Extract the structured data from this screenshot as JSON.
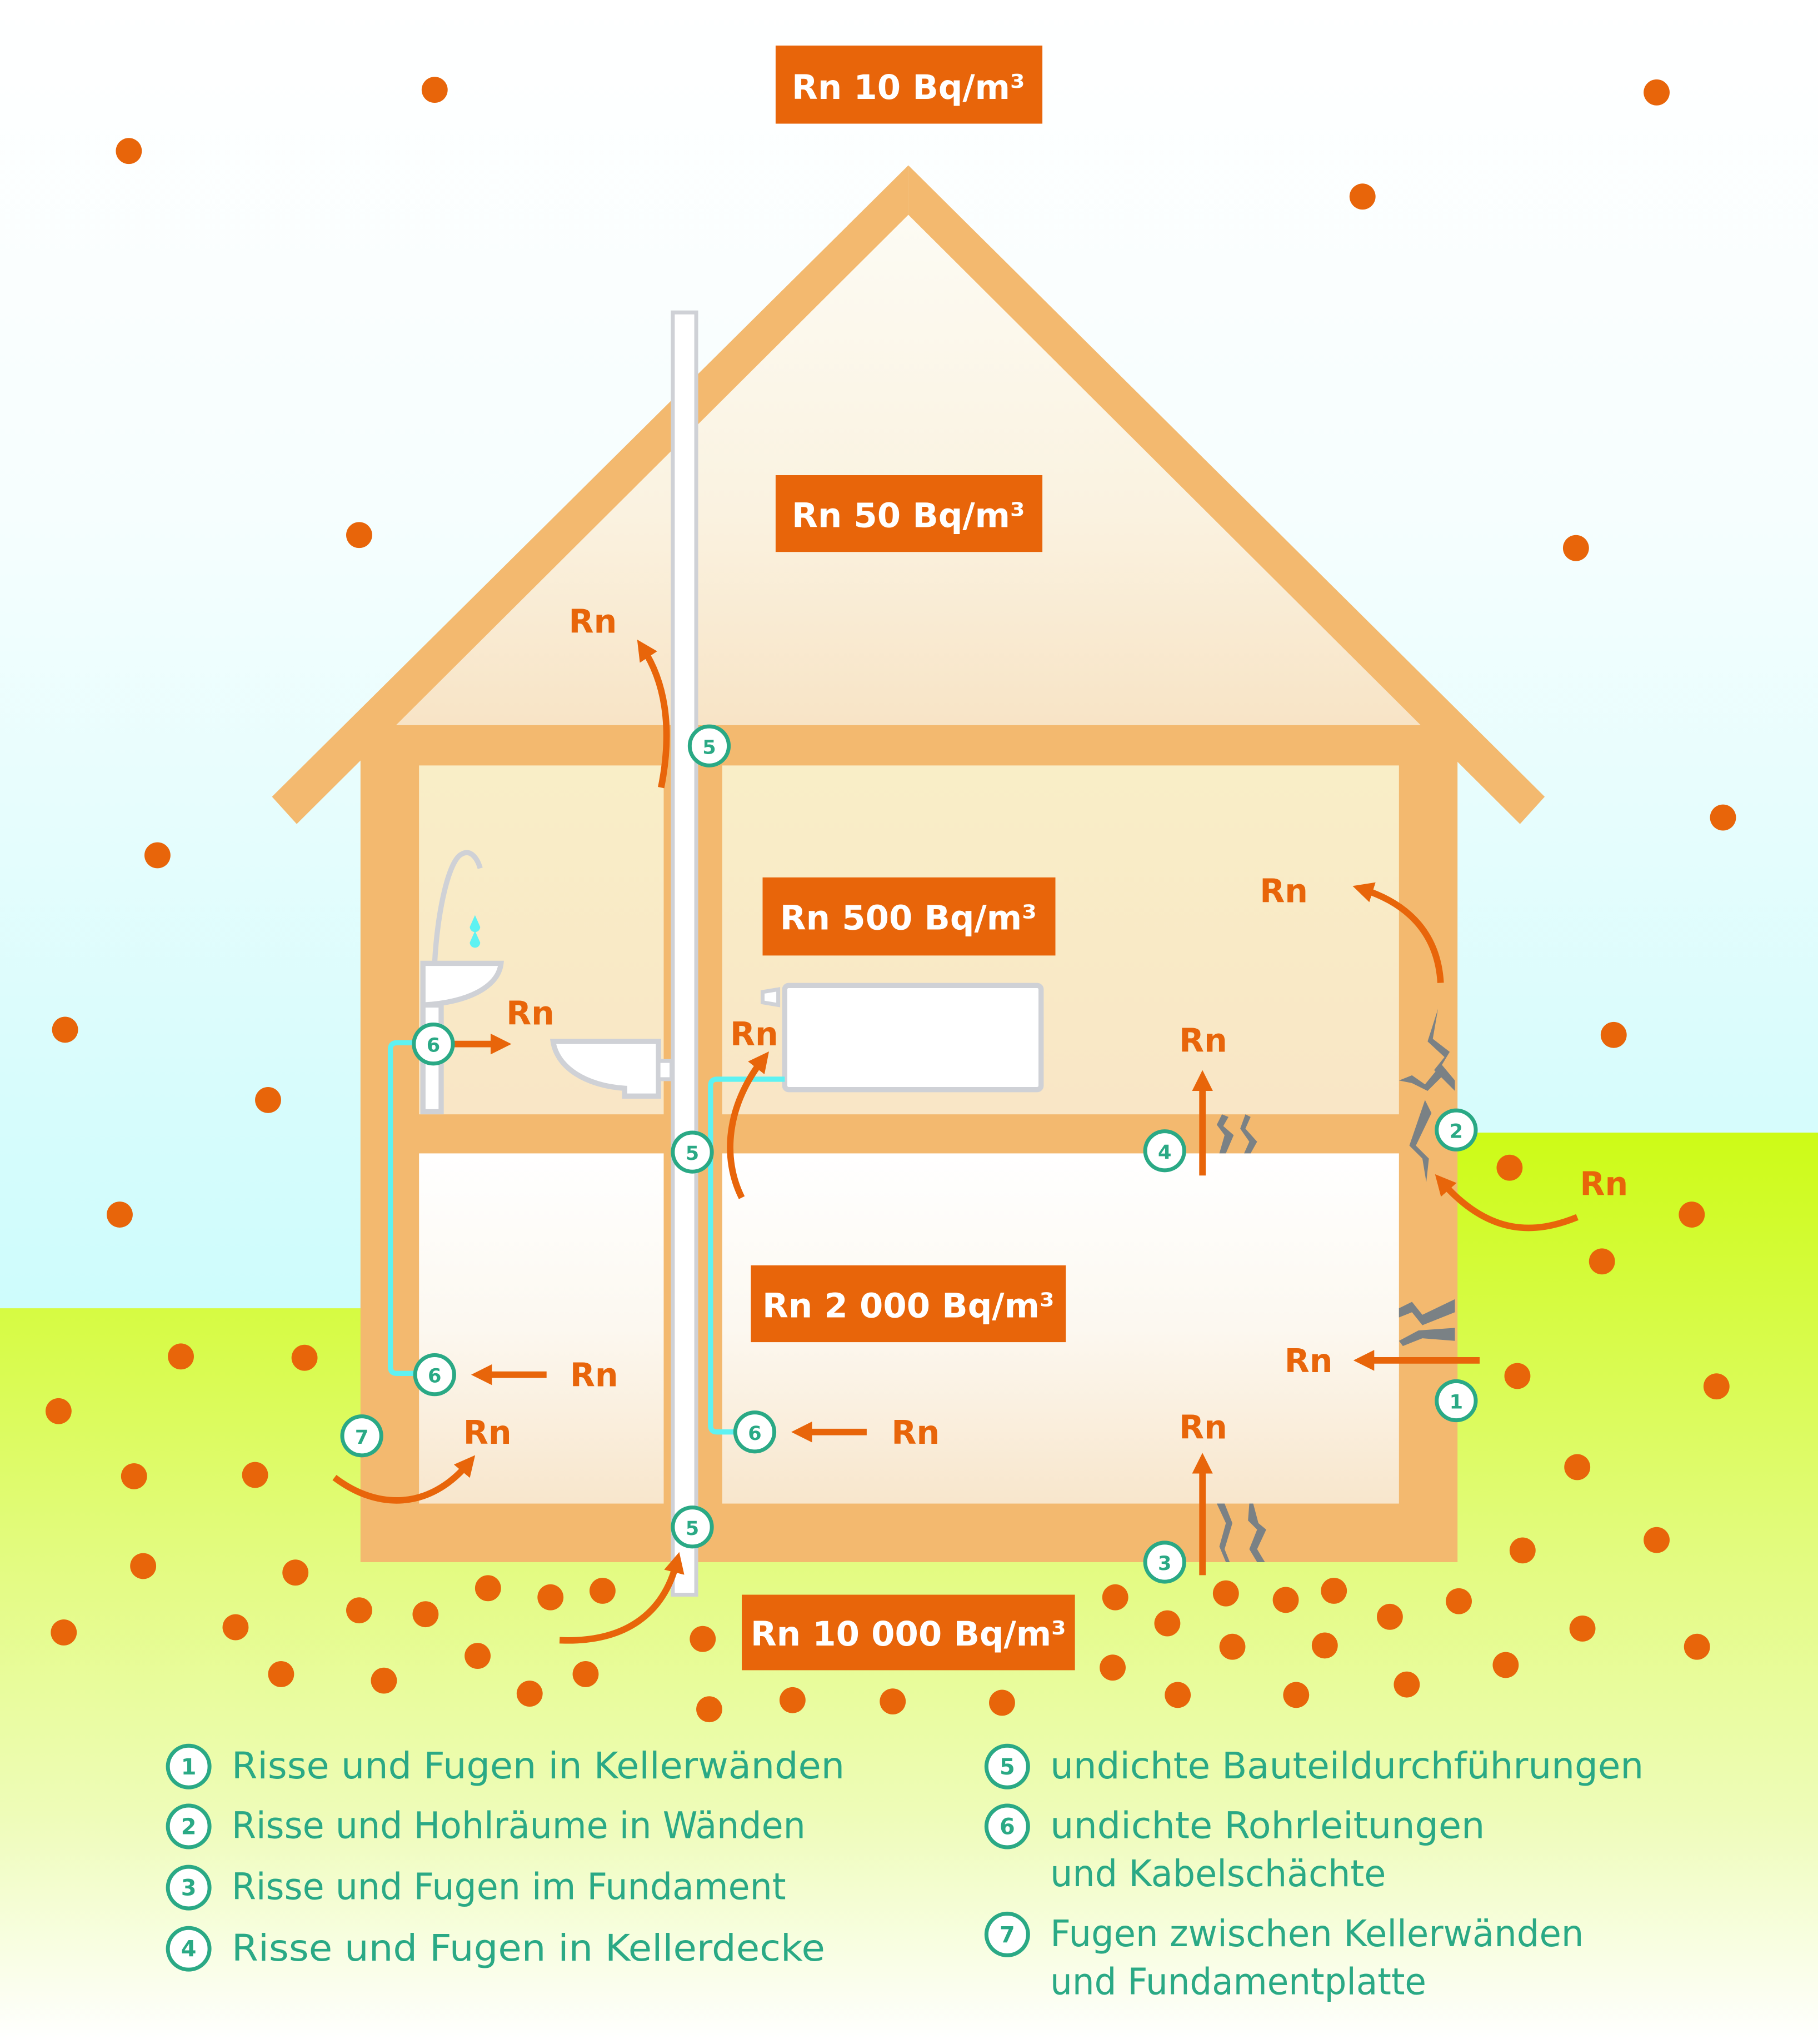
{
  "colors": {
    "accent_orange": "#e8650a",
    "house_wall": "#f3b96f",
    "room_fill_top": "#f9efc8",
    "room_fill_bottom": "#fbf4ea",
    "badge_green": "#2aa985",
    "sky_top": "#ffffff",
    "sky_bottom": "#aefcfb",
    "ground_top": "#cdfb16",
    "ground_bottom": "#ffffff",
    "crack_gray": "#7a8185",
    "pipe_gray": "#cfd1d6",
    "water_cyan": "#5ef2f2"
  },
  "concentration_labels": [
    {
      "id": "outdoor",
      "text": "Rn 10 Bq/m³"
    },
    {
      "id": "attic",
      "text": "Rn 50 Bq/m³"
    },
    {
      "id": "ground-floor",
      "text": "Rn 500 Bq/m³"
    },
    {
      "id": "basement",
      "text": "Rn 2 000 Bq/m³"
    },
    {
      "id": "soil",
      "text": "Rn 10 000 Bq/m³"
    }
  ],
  "rn_label": "Rn",
  "badges": [
    "1",
    "2",
    "3",
    "4",
    "5",
    "5",
    "5",
    "6",
    "6",
    "6",
    "7"
  ],
  "legend": {
    "left": [
      {
        "num": "1",
        "lines": [
          "Risse und Fugen in Kellerwänden"
        ]
      },
      {
        "num": "2",
        "lines": [
          "Risse und Hohlräume in Wänden"
        ]
      },
      {
        "num": "3",
        "lines": [
          "Risse und Fugen im Fundament"
        ]
      },
      {
        "num": "4",
        "lines": [
          "Risse und Fugen in Kellerdecke"
        ]
      }
    ],
    "right": [
      {
        "num": "5",
        "lines": [
          "undichte Bauteildurchführungen"
        ]
      },
      {
        "num": "6",
        "lines": [
          "undichte Rohrleitungen",
          "und Kabelschächte"
        ]
      },
      {
        "num": "7",
        "lines": [
          "Fugen zwischen Kellerwänden",
          "und Fundamentplatte"
        ]
      }
    ]
  }
}
